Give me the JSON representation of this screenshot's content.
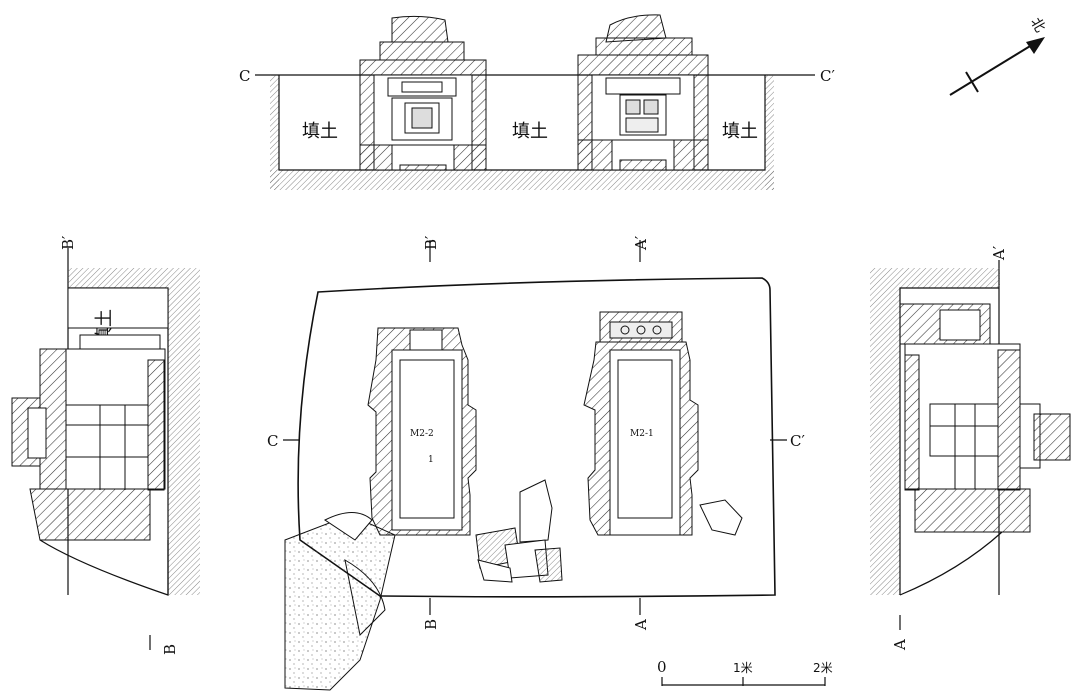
{
  "section_labels": {
    "c_left": "C",
    "c_right": "C′",
    "b_top": "B′",
    "b_bottom": "B",
    "a_top": "A′",
    "a_bottom": "A"
  },
  "fill_label": "填土",
  "tombs": {
    "left": "M2-2",
    "right": "M2-1",
    "small_mark": "1"
  },
  "north": {
    "label": "北"
  },
  "scale": {
    "zero": "0",
    "one": "1米",
    "two": "2米"
  },
  "colors": {
    "line": "#111111",
    "hatch": "#333333",
    "paper": "#ffffff"
  }
}
